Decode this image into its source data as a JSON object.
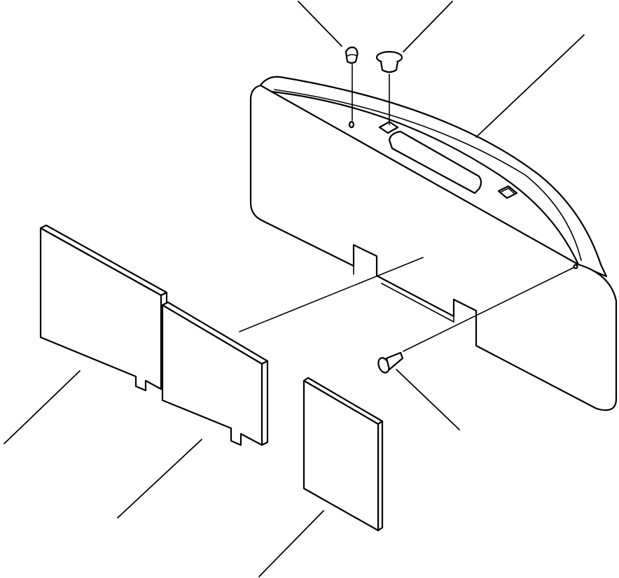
{
  "diagram": {
    "kind": "exploded-parts-illustration",
    "line_color": "#000000",
    "background": "#ffffff",
    "parts": [
      {
        "name": "cover-panel"
      },
      {
        "name": "small-screw"
      },
      {
        "name": "push-clip"
      },
      {
        "name": "side-clip"
      },
      {
        "name": "insulation-pad-left"
      },
      {
        "name": "insulation-pad-middle"
      },
      {
        "name": "insulation-pad-small"
      }
    ],
    "callout_labels": []
  }
}
